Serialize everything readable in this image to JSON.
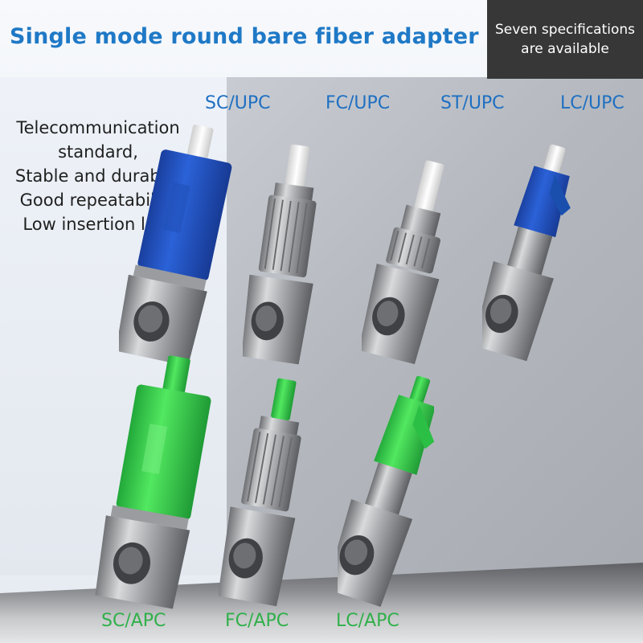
{
  "title": "Single mode round bare fiber adapter",
  "specs_note": [
    "Seven specifications",
    "are available"
  ],
  "features": [
    "Telecommunication",
    "standard,",
    "Stable and durable,",
    "Good repeatability",
    "Low insertion loss"
  ],
  "upc_labels": [
    "SC/UPC",
    "FC/UPC",
    "ST/UPC",
    "LC/UPC"
  ],
  "apc_labels": [
    "SC/APC",
    "FC/APC",
    "LC/APC"
  ],
  "colors": {
    "title": "#1f79c6",
    "upc_label": "#1f6fc2",
    "apc_label": "#2fb04a",
    "sc_upc_body": "#1f55c8",
    "lc_upc_body": "#1d6bc4",
    "apc_body": "#33d24a",
    "metal": "#a7a9ac",
    "ferrule": "#f2f2f2"
  }
}
